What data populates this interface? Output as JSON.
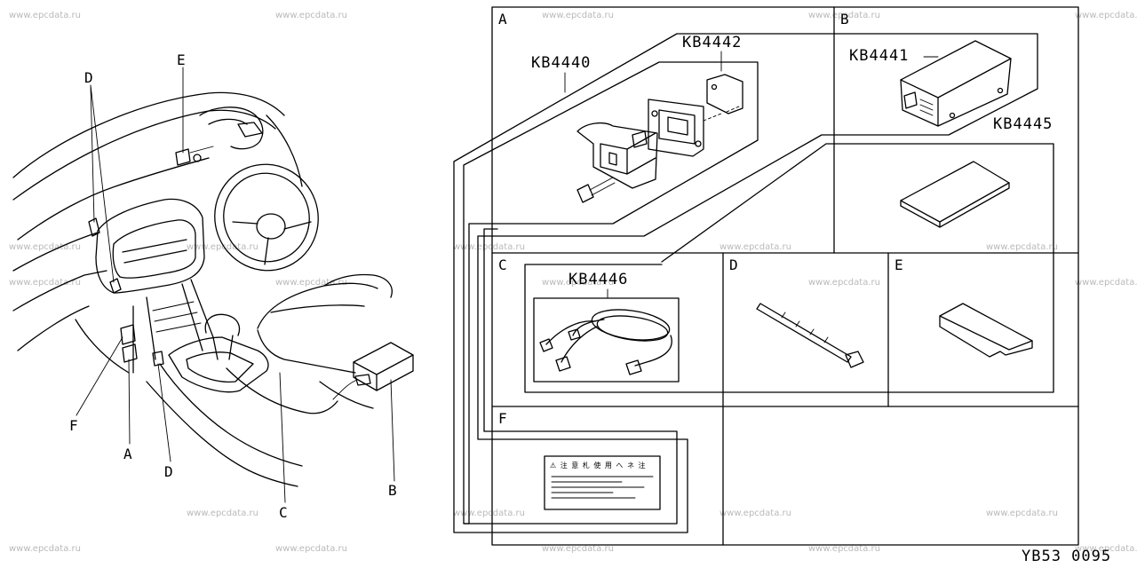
{
  "watermark": "www.epcdata.ru",
  "diagram_code": "YB53 0095",
  "callouts": {
    "a": "A",
    "b": "B",
    "c": "C",
    "d": "D",
    "e": "E",
    "f": "F"
  },
  "panels": {
    "a": {
      "label": "A",
      "parts": [
        "KB4440",
        "KB4442"
      ]
    },
    "b": {
      "label": "B",
      "parts": [
        "KB4441",
        "KB4445"
      ]
    },
    "c": {
      "label": "C",
      "parts": [
        "KB4446"
      ]
    },
    "d": {
      "label": "D"
    },
    "e": {
      "label": "E"
    },
    "f": {
      "label": "F"
    }
  },
  "warning_label_text": "⚠ 注 意 札 使 用 へ ネ 注"
}
